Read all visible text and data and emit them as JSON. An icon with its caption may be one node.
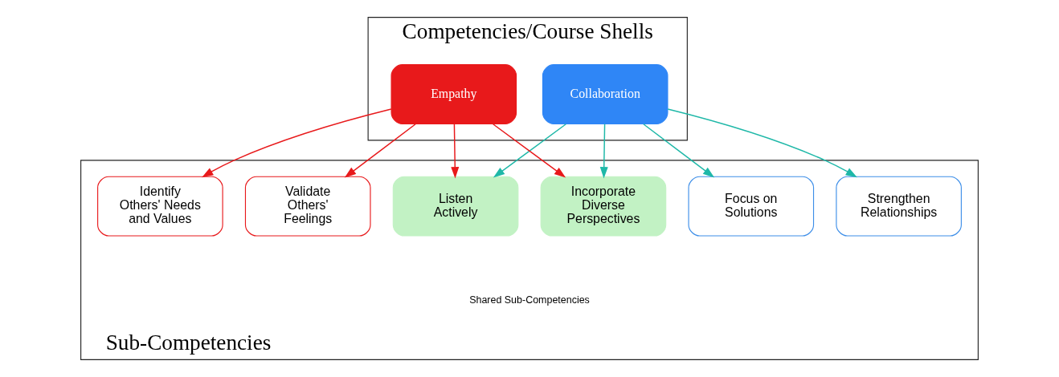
{
  "diagram": {
    "nodes": [
      {
        "text": [
          "Competencies/Course Shells"
        ]
      },
      {
        "text": [
          "Collaboration"
        ],
        "in": 0
      },
      {
        "text": [
          "Empathy"
        ],
        "in": 0
      },
      {
        "text": [
          "Sub-Competencies"
        ]
      },
      {
        "text": [
          "Strengthen Relationships"
        ],
        "in": 3
      },
      {
        "text": [
          "Focus on Solutions"
        ],
        "in": 3
      },
      {
        "text": [
          "Incorporate Diverse Perspectives"
        ],
        "in": 3
      },
      {
        "text": [
          "Listen Actively"
        ],
        "in": 3
      },
      {
        "text": [
          "Validate Others' Feelings"
        ],
        "in": 3
      },
      {
        "text": [
          "Identify Others' Needs and Values"
        ],
        "in": 3
      }
    ],
    "edges": [
      {
        "from": 1,
        "to": 4,
        "arrow": "to",
        "color": "#1fb8a8"
      },
      {
        "from": 1,
        "to": 5,
        "arrow": "to",
        "color": "#1fb8a8"
      },
      {
        "from": 1,
        "to": 6,
        "arrow": "to",
        "color": "#1fb8a8"
      },
      {
        "from": 1,
        "to": 7,
        "arrow": "to",
        "color": "#1fb8a8"
      },
      {
        "from": 2,
        "to": 6,
        "arrow": "to",
        "color": "#e8191b"
      },
      {
        "from": 2,
        "to": 7,
        "arrow": "to",
        "color": "#e8191b"
      },
      {
        "from": 2,
        "to": 8,
        "arrow": "to",
        "color": "#e8191b"
      },
      {
        "from": 2,
        "to": 9,
        "arrow": "to",
        "color": "#e8191b"
      }
    ],
    "labels": [
      "Shared Sub-Competencies"
    ]
  }
}
